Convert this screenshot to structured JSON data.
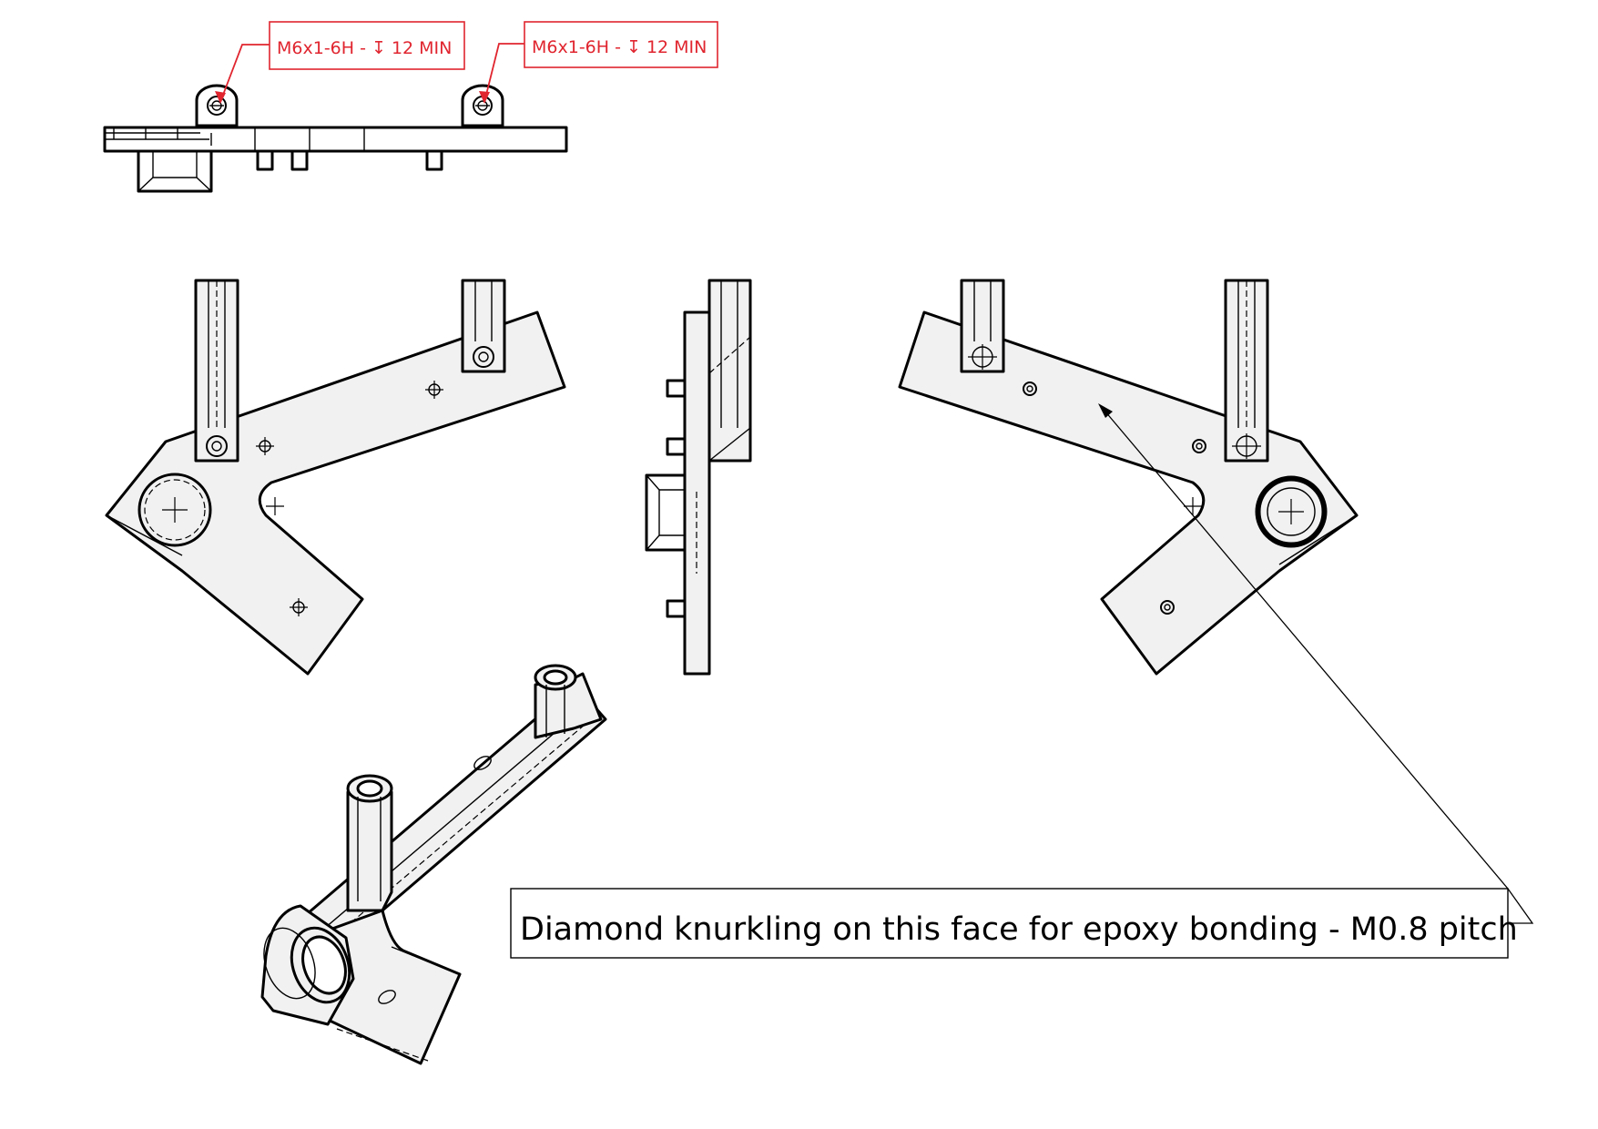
{
  "annotations": {
    "thread_callout_left": "M6x1-6H - ↧ 12 MIN",
    "thread_callout_right": "M6x1-6H - ↧ 12 MIN",
    "knurling_note": "Diamond knurkling on this face for epoxy bonding - M0.8 pitch"
  },
  "colors": {
    "part_fill": "#f1f1f2",
    "line": "#000000",
    "thread_callout": "#e0252f",
    "background": "#ffffff"
  }
}
